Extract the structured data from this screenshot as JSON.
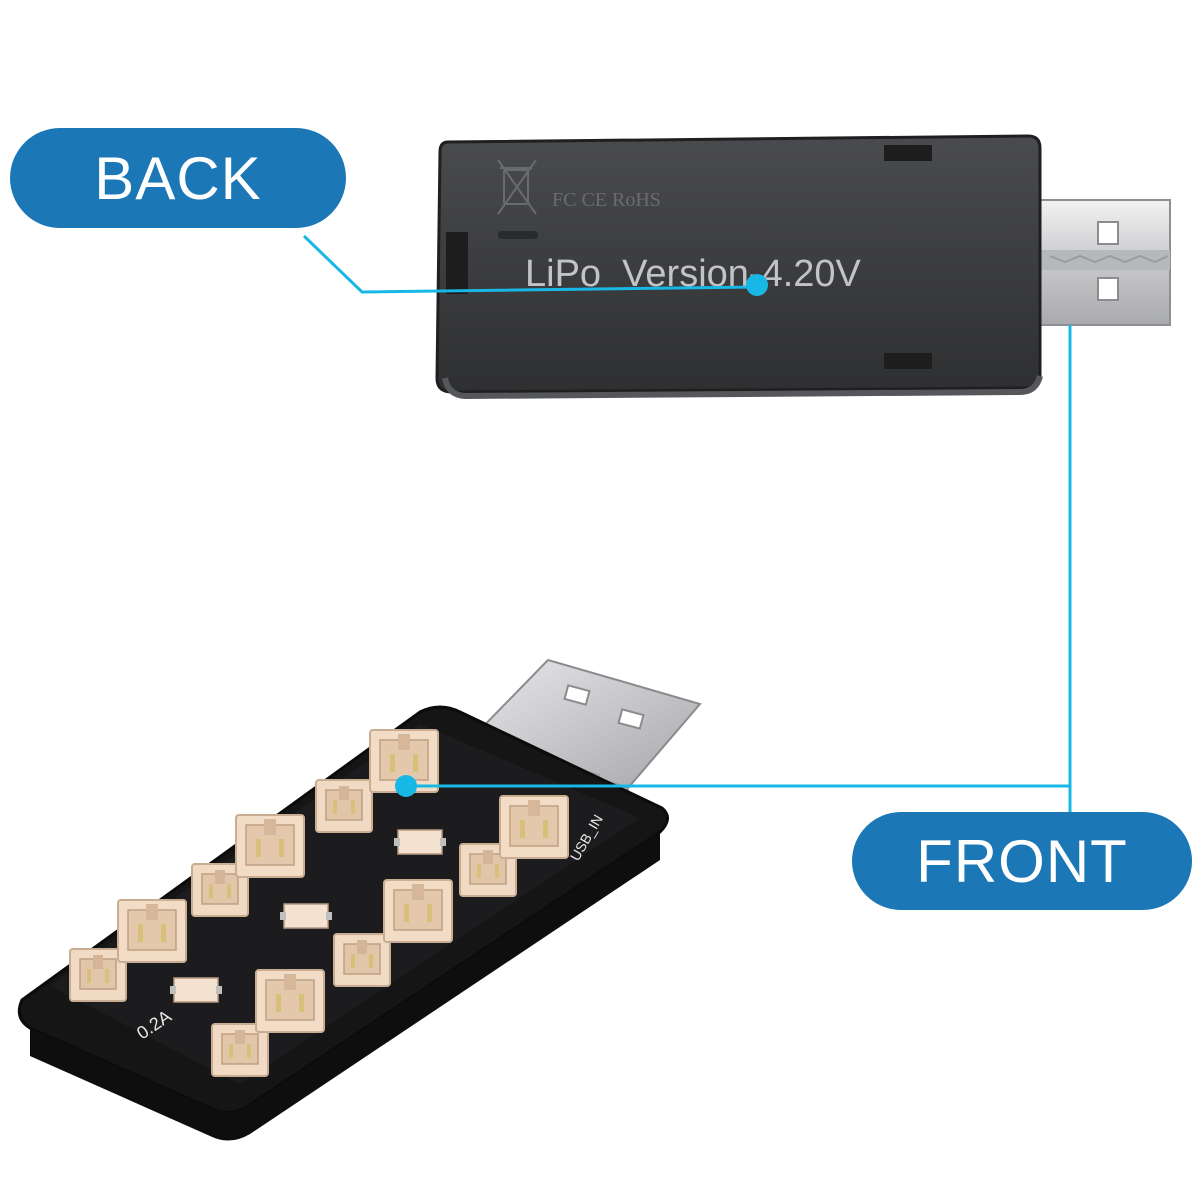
{
  "labels": {
    "back": "BACK",
    "front": "FRONT"
  },
  "device_back": {
    "print": "LiPo  Version-4.20V",
    "cert_marks": "FC CE RoHS"
  },
  "board_marks": {
    "current_label": "0.2A",
    "usb_label": "USB_IN"
  },
  "colors": {
    "pill": "#1b77b6",
    "leader_line": "#18b8e6",
    "casing": "#3a3b3d",
    "connector": "#efd8c2",
    "usb_metal": "#cfd0d2"
  },
  "icons": {
    "recycle_bin": "crossed-bin-icon"
  }
}
